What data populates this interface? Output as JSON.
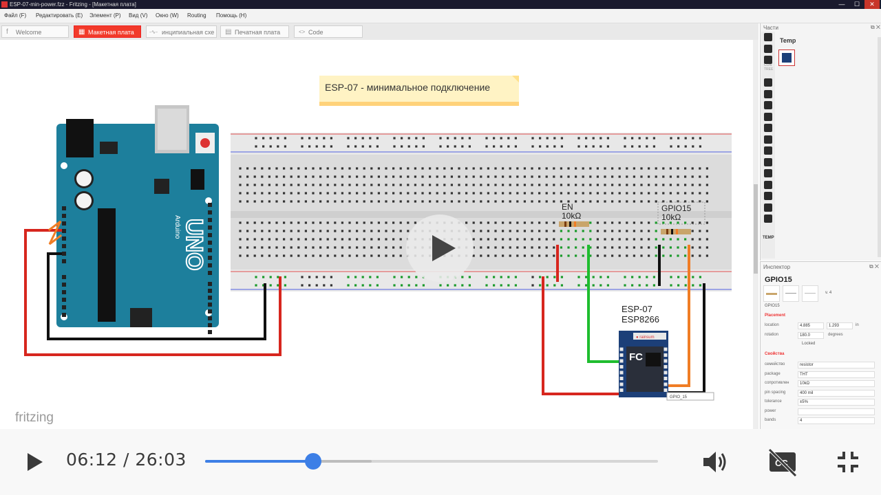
{
  "window": {
    "title": "ESP-07-min-power.fzz - Fritzing - [Макетная плата]",
    "min": "—",
    "max": "☐",
    "close": "✕"
  },
  "menu": [
    "Файл (F)",
    "Редактировать (E)",
    "Элемент (P)",
    "Вид (V)",
    "Окно (W)",
    "Routing",
    "Помощь (H)"
  ],
  "tabs": [
    {
      "icon": "f",
      "label": "Welcome"
    },
    {
      "icon": "▦",
      "label": "Макетная плата"
    },
    {
      "icon": "-∿-",
      "label": "инципиальная схе"
    },
    {
      "icon": "▤",
      "label": "Печатная плата"
    },
    {
      "icon": "<>",
      "label": "Code"
    }
  ],
  "canvas": {
    "note": "ESP-07 - минимальное подключение",
    "watermark": "fritzing",
    "arduino_label": "UNO",
    "arduino_brand": "Arduino",
    "resistor_en": {
      "name": "EN",
      "value": "10kΩ"
    },
    "resistor_gpio": {
      "name": "GPIO15",
      "value": "10kΩ"
    },
    "module": {
      "line1": "ESP-07",
      "line2": "ESP8266",
      "tag": "● rainsum"
    },
    "hover_tip": "GPIO_15"
  },
  "parts": {
    "title": "Части",
    "bin_name": "Temp",
    "bin_footer": "TEMP",
    "core": "CON",
    "tree": "TREE"
  },
  "inspector": {
    "title": "Инспектор",
    "part_title": "GPIO15",
    "part_sub": "GPIO15",
    "version": "v. 4",
    "placement_header": "Placement",
    "location_label": "location",
    "location_x": "4.885",
    "location_y": "1.293",
    "location_unit": "in",
    "rotation_label": "rotation",
    "rotation_value": "180.0",
    "rotation_unit": "degrees",
    "locked_label": "Locked",
    "props_header": "Свойства",
    "props": [
      {
        "k": "семейство",
        "v": "resistor"
      },
      {
        "k": "package",
        "v": "THT"
      },
      {
        "k": "сопротивлен",
        "v": "10kΩ"
      },
      {
        "k": "pin spacing",
        "v": "400 mil"
      },
      {
        "k": "tolerance",
        "v": "±5%"
      },
      {
        "k": "power",
        "v": ""
      },
      {
        "k": "bands",
        "v": "4"
      }
    ]
  },
  "player": {
    "current": "06:12",
    "separator": " / ",
    "duration": "26:03",
    "progress": 0.238,
    "buffered": 0.368,
    "accent": "#3d7fe6"
  },
  "colors": {
    "tab_active": "#f23a2a",
    "wire_red": "#d7261e",
    "wire_black": "#111111",
    "wire_green": "#1fbd2f",
    "wire_orange": "#f07d25",
    "arduino": "#1d7f9c"
  }
}
